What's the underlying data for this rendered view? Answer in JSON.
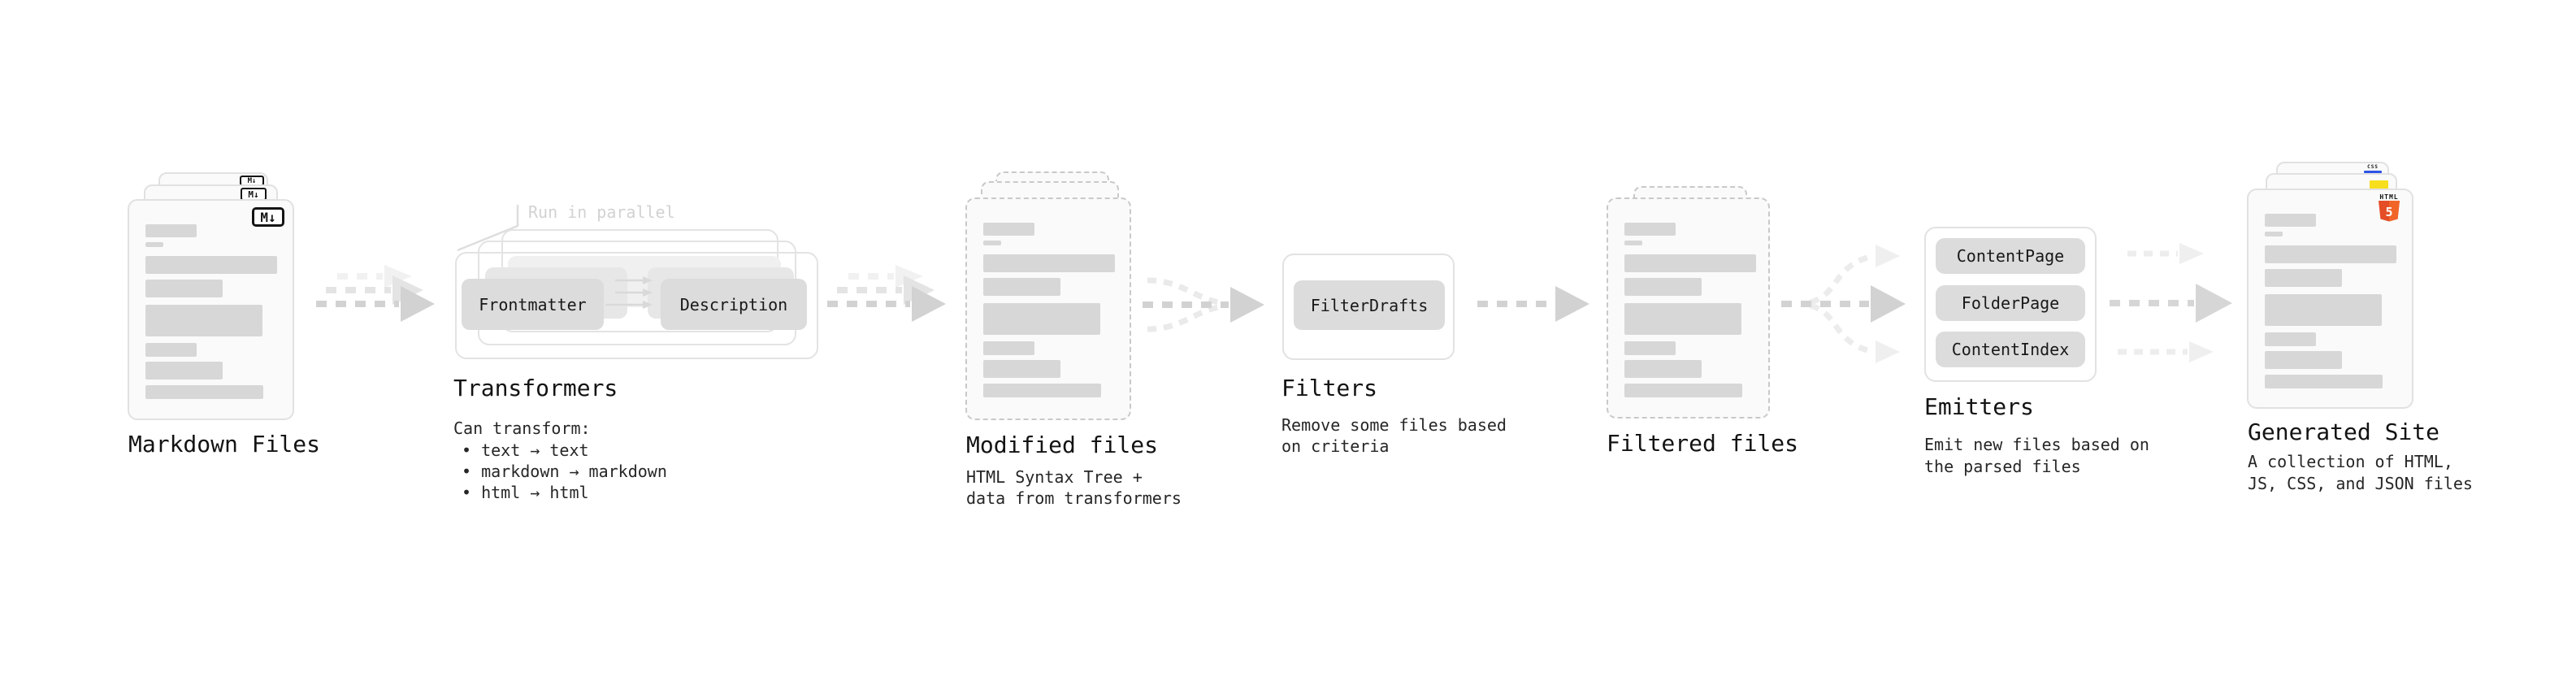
{
  "markdown_files": {
    "label": "Markdown Files",
    "badge": "M↓"
  },
  "transformers": {
    "parallel_note": "Run in parallel",
    "chip_left": "Frontmatter",
    "chip_right": "Description",
    "title": "Transformers",
    "caption": "Can transform:",
    "bullets": [
      "• text → text",
      "• markdown → markdown",
      "• html → html"
    ]
  },
  "modified_files": {
    "title": "Modified files",
    "caption_line1": "HTML Syntax Tree +",
    "caption_line2": "data from transformers"
  },
  "filters": {
    "chip": "FilterDrafts",
    "title": "Filters",
    "caption_line1": "Remove some files based",
    "caption_line2": "on criteria"
  },
  "filtered_files": {
    "title": "Filtered files"
  },
  "emitters": {
    "chips": [
      "ContentPage",
      "FolderPage",
      "ContentIndex"
    ],
    "title": "Emitters",
    "caption_line1": "Emit new files based on",
    "caption_line2": "the parsed files"
  },
  "generated_site": {
    "title": "Generated Site",
    "caption_line1": "A collection of HTML,",
    "caption_line2": "JS, CSS, and JSON files",
    "css_badge": "CSS",
    "html_badge_label": "HTML",
    "html_badge_number": "5"
  },
  "colors": {
    "background": "#ffffff",
    "html5_orange": "#e44d26",
    "html5_orange_light": "#f16529",
    "js_yellow": "#f7df1e",
    "css_blue": "#2d53e5",
    "arrow_gray": "#d2d2d2"
  }
}
